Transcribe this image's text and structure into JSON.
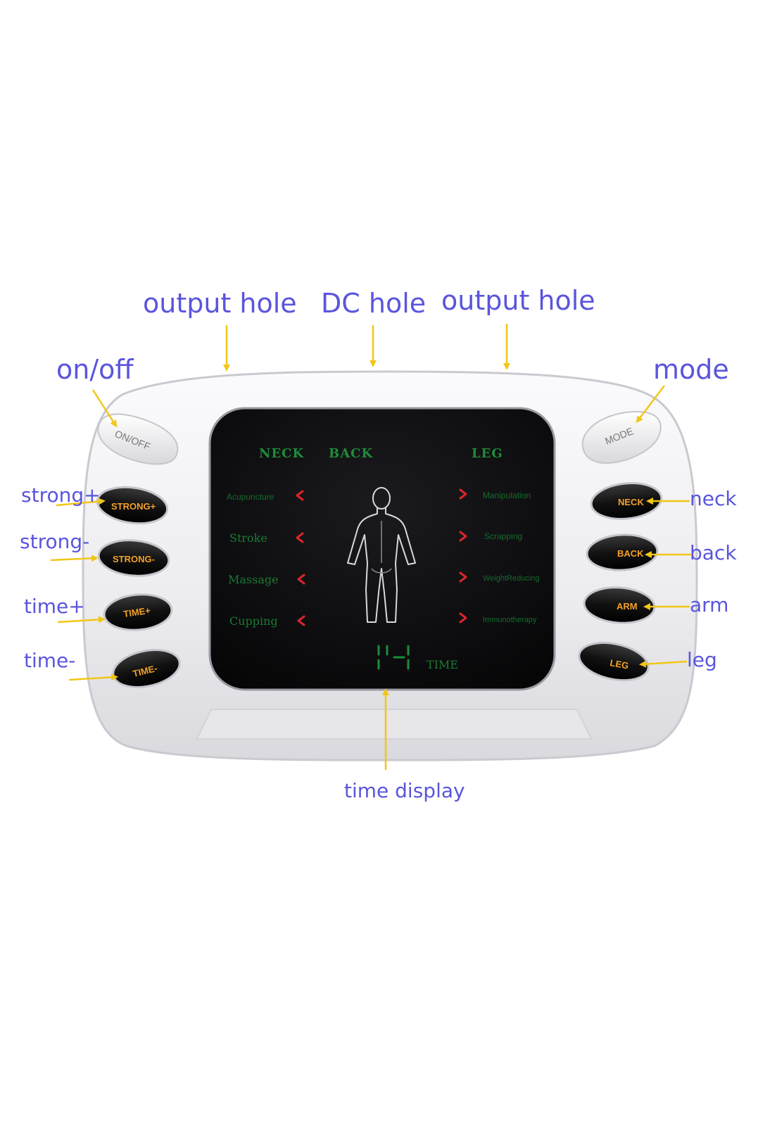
{
  "callouts": {
    "output_hole_left": "output hole",
    "dc_hole": "DC hole",
    "output_hole_right": "output hole",
    "on_off": "on/off",
    "mode": "mode",
    "strong_plus": "strong+",
    "strong_minus": "strong-",
    "time_plus": "time+",
    "time_minus": "time-",
    "neck": "neck",
    "back": "back",
    "arm": "arm",
    "leg": "leg",
    "time_display": "time display"
  },
  "buttons": {
    "on_off": "ON/OFF",
    "mode": "MODE",
    "strong_plus": "STRONG+",
    "strong_minus": "STRONG-",
    "time_plus": "TIME+",
    "time_minus": "TIME-",
    "neck": "NECK",
    "back": "BACK",
    "arm": "ARM",
    "leg": "LEG"
  },
  "lcd": {
    "headers": [
      "NECK",
      "BACK",
      "LEG"
    ],
    "left_modes": [
      "Acupuncture",
      "Stroke",
      "Massage",
      "Cupping"
    ],
    "right_modes": [
      "Manipulation",
      "Scrapping",
      "WeightReducing",
      "Immunotherapy"
    ],
    "time_label": "TIME"
  },
  "icons": {
    "body_figure": "human-body-icon",
    "arrow": "yellow-arrow-icon",
    "indicator": "red-chevron-icon"
  },
  "colors": {
    "callout_text": "#5a55dd",
    "arrow": "#f2c617",
    "device_body": "#f4f4f6",
    "lcd_bg": "#0c0c0e",
    "lcd_text": "#1e8c3a",
    "indicator": "#d8262a",
    "button_dark": "#151515",
    "button_label": "#f3a12a"
  }
}
